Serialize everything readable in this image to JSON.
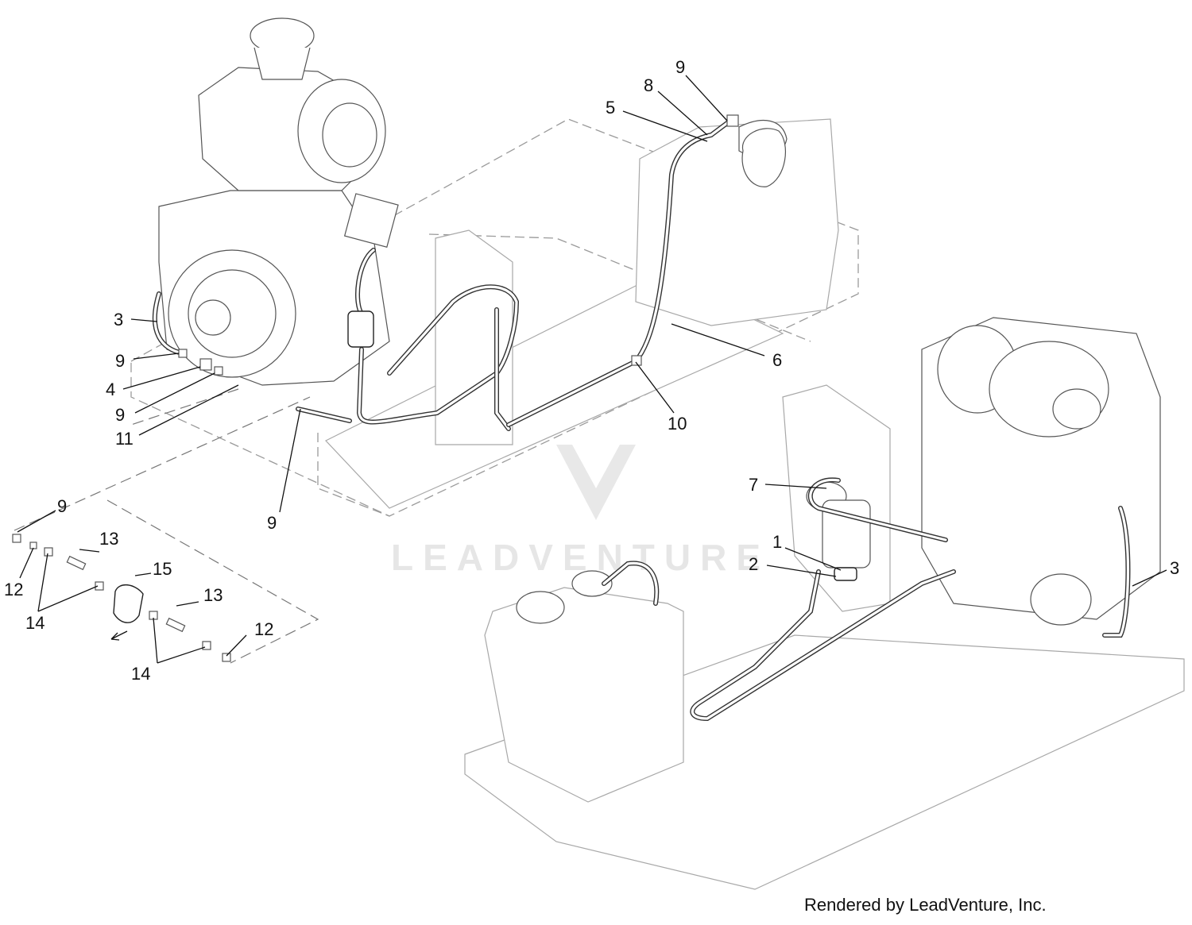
{
  "credit": "Rendered by LeadVenture, Inc.",
  "watermark": "LEADVENTURE",
  "callouts": {
    "c1": "1",
    "c2": "2",
    "c3a": "3",
    "c3b": "3",
    "c4": "4",
    "c5": "5",
    "c6": "6",
    "c7": "7",
    "c8": "8",
    "c9a": "9",
    "c9b": "9",
    "c9c": "9",
    "c9d": "9",
    "c9e": "9",
    "c10": "10",
    "c11": "11",
    "c12a": "12",
    "c12b": "12",
    "c13a": "13",
    "c13b": "13",
    "c14a": "14",
    "c14b": "14",
    "c15": "15"
  }
}
